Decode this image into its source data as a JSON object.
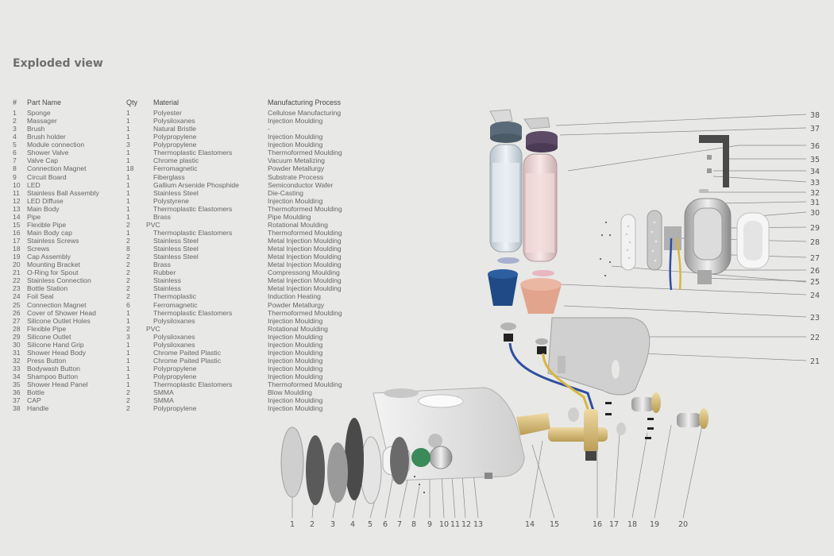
{
  "title": "Exploded view",
  "table": {
    "headers": {
      "num": "#",
      "name": "Part Name",
      "qty": "Qty",
      "material": "Material",
      "process": "Manufacturing Process"
    },
    "rows": [
      {
        "num": "1",
        "name": "Sponge",
        "qty": "1",
        "material": "Polyester",
        "process": "Cellulose Manufacturing"
      },
      {
        "num": "2",
        "name": "Massager",
        "qty": "1",
        "material": "Polysiloxanes",
        "process": "Injection Moulding"
      },
      {
        "num": "3",
        "name": "Brush",
        "qty": "1",
        "material": "Natural Bristle",
        "process": "-"
      },
      {
        "num": "4",
        "name": "Brush holder",
        "qty": "1",
        "material": "Polypropylene",
        "process": "Injection Moulding"
      },
      {
        "num": "5",
        "name": "Module connection",
        "qty": "3",
        "material": "Polypropylene",
        "process": "Injection Moulding"
      },
      {
        "num": "6",
        "name": "Shower Valve",
        "qty": "1",
        "material": "Thermoplastic Elastomers",
        "process": "Thermoformed Moulding"
      },
      {
        "num": "7",
        "name": "Valve Cap",
        "qty": "1",
        "material": "Chrome plastic",
        "process": "Vacuum Metalizing"
      },
      {
        "num": "8",
        "name": "Connection Magnet",
        "qty": "18",
        "material": "Ferromagnetic",
        "process": "Powder Metallurgy"
      },
      {
        "num": "9",
        "name": "Circuit Board",
        "qty": "1",
        "material": "Fiberglass",
        "process": "Substrate Process"
      },
      {
        "num": "10",
        "name": "LED",
        "qty": "1",
        "material": "Gallium Arsenide Phosphide",
        "process": "Semiconductor Wafer"
      },
      {
        "num": "11",
        "name": "Stainless Ball Assembly",
        "qty": "1",
        "material": "Stainless Steel",
        "process": "Die-Casting"
      },
      {
        "num": "12",
        "name": "LED Diffuse",
        "qty": "1",
        "material": "Polystyrene",
        "process": "Injection Moulding"
      },
      {
        "num": "13",
        "name": "Main Body",
        "qty": "1",
        "material": "Thermoplastic Elastomers",
        "process": "Thermoformed Moulding"
      },
      {
        "num": "14",
        "name": "Pipe",
        "qty": "1",
        "material": "Brass",
        "process": "Pipe Moulding"
      },
      {
        "num": "15",
        "name": "Flexible Pipe",
        "qty": "2",
        "material": "PVC",
        "process": "Rotational Moulding",
        "shift": true
      },
      {
        "num": "16",
        "name": "Main Body cap",
        "qty": "1",
        "material": "Thermoplastic Elastomers",
        "process": "Thermoformed Moulding"
      },
      {
        "num": "17",
        "name": "Stainless Screws",
        "qty": "2",
        "material": "Stainless Steel",
        "process": "Metal Injection Moulding"
      },
      {
        "num": "18",
        "name": "Screws",
        "qty": "8",
        "material": "Stainless Steel",
        "process": "Metal Injection Moulding"
      },
      {
        "num": "19",
        "name": "Cap Assembly",
        "qty": "2",
        "material": "Stainless Steel",
        "process": "Metal Injection Moulding"
      },
      {
        "num": "20",
        "name": "Mounting Bracket",
        "qty": "2",
        "material": "Brass",
        "process": "Metal Injection Moulding"
      },
      {
        "num": "21",
        "name": "O-Ring for Spout",
        "qty": "2",
        "material": "Rubber",
        "process": "Compressong Moulding"
      },
      {
        "num": "22",
        "name": "Stainless Connection",
        "qty": "2",
        "material": "Stainless",
        "process": "Metal Injection Moulding"
      },
      {
        "num": "23",
        "name": "Bottle Station",
        "qty": "2",
        "material": "Stainless",
        "process": "Metal Injection Moulding"
      },
      {
        "num": "24",
        "name": "Foil Seal",
        "qty": "2",
        "material": "Thermoplastic",
        "process": "Induction Heating"
      },
      {
        "num": "25",
        "name": "Connection Magnet",
        "qty": "6",
        "material": "Ferromagnetic",
        "process": "Powder Metallurgy"
      },
      {
        "num": "26",
        "name": "Cover of Shower Head",
        "qty": "1",
        "material": "Thermoplastic Elastomers",
        "process": "Thermoformed Moulding"
      },
      {
        "num": "27",
        "name": "Silicone Outlet Holes",
        "qty": "1",
        "material": "Polysiloxanes",
        "process": "Injection Moulding"
      },
      {
        "num": "28",
        "name": "Flexible Pipe",
        "qty": "2",
        "material": "PVC",
        "process": "Rotational Moulding",
        "shift": true
      },
      {
        "num": "29",
        "name": "Silicone Outlet",
        "qty": "3",
        "material": "Polysiloxanes",
        "process": "Injection Moulding"
      },
      {
        "num": "30",
        "name": "Silicone Hand Grip",
        "qty": "1",
        "material": "Polysiloxanes",
        "process": "Injection Moulding"
      },
      {
        "num": "31",
        "name": "Shower Head Body",
        "qty": "1",
        "material": "Chrome Paited Plastic",
        "process": "Injection Moulding"
      },
      {
        "num": "32",
        "name": "Press Button",
        "qty": "1",
        "material": "Chrome Paited Plastic",
        "process": "Injection Moulding"
      },
      {
        "num": "33",
        "name": "Bodywash Button",
        "qty": "1",
        "material": "Polypropylene",
        "process": "Injection Moulding"
      },
      {
        "num": "34",
        "name": "Shampoo Button",
        "qty": "1",
        "material": "Polypropylene",
        "process": "Injection Moulding"
      },
      {
        "num": "35",
        "name": "Shower Head Panel",
        "qty": "1",
        "material": "Thermoplastic Elastomers",
        "process": "Thermoformed Moulding"
      },
      {
        "num": "36",
        "name": "Bottle",
        "qty": "2",
        "material": "SMMA",
        "process": "Blow Moulding"
      },
      {
        "num": "37",
        "name": "CAP",
        "qty": "2",
        "material": "SMMA",
        "process": "Injection Moulding"
      },
      {
        "num": "38",
        "name": "Handle",
        "qty": "2",
        "material": "Polypropylene",
        "process": "Injection Moulding"
      }
    ]
  },
  "bottom_callouts": [
    "1",
    "2",
    "3",
    "4",
    "5",
    "6",
    "7",
    "8",
    "9",
    "10",
    "11",
    "12",
    "13",
    "14",
    "15",
    "16",
    "17",
    "18",
    "19",
    "20"
  ],
  "right_callouts": [
    "38",
    "37",
    "36",
    "35",
    "34",
    "33",
    "32",
    "31",
    "30",
    "29",
    "28",
    "27",
    "26",
    "25",
    "24",
    "23",
    "22",
    "21"
  ],
  "colors": {
    "background": "#e8e8e6",
    "blue_pipe": "#2e4fa0",
    "yellow_pipe": "#d7b640",
    "brass": "#d9bf7d",
    "blue_cup": "#1f4a86",
    "copper_cup": "#e2a48d",
    "cap_slate": "#5a6a78",
    "cap_purple": "#5c4a66",
    "panel": "#d0d0d0"
  }
}
